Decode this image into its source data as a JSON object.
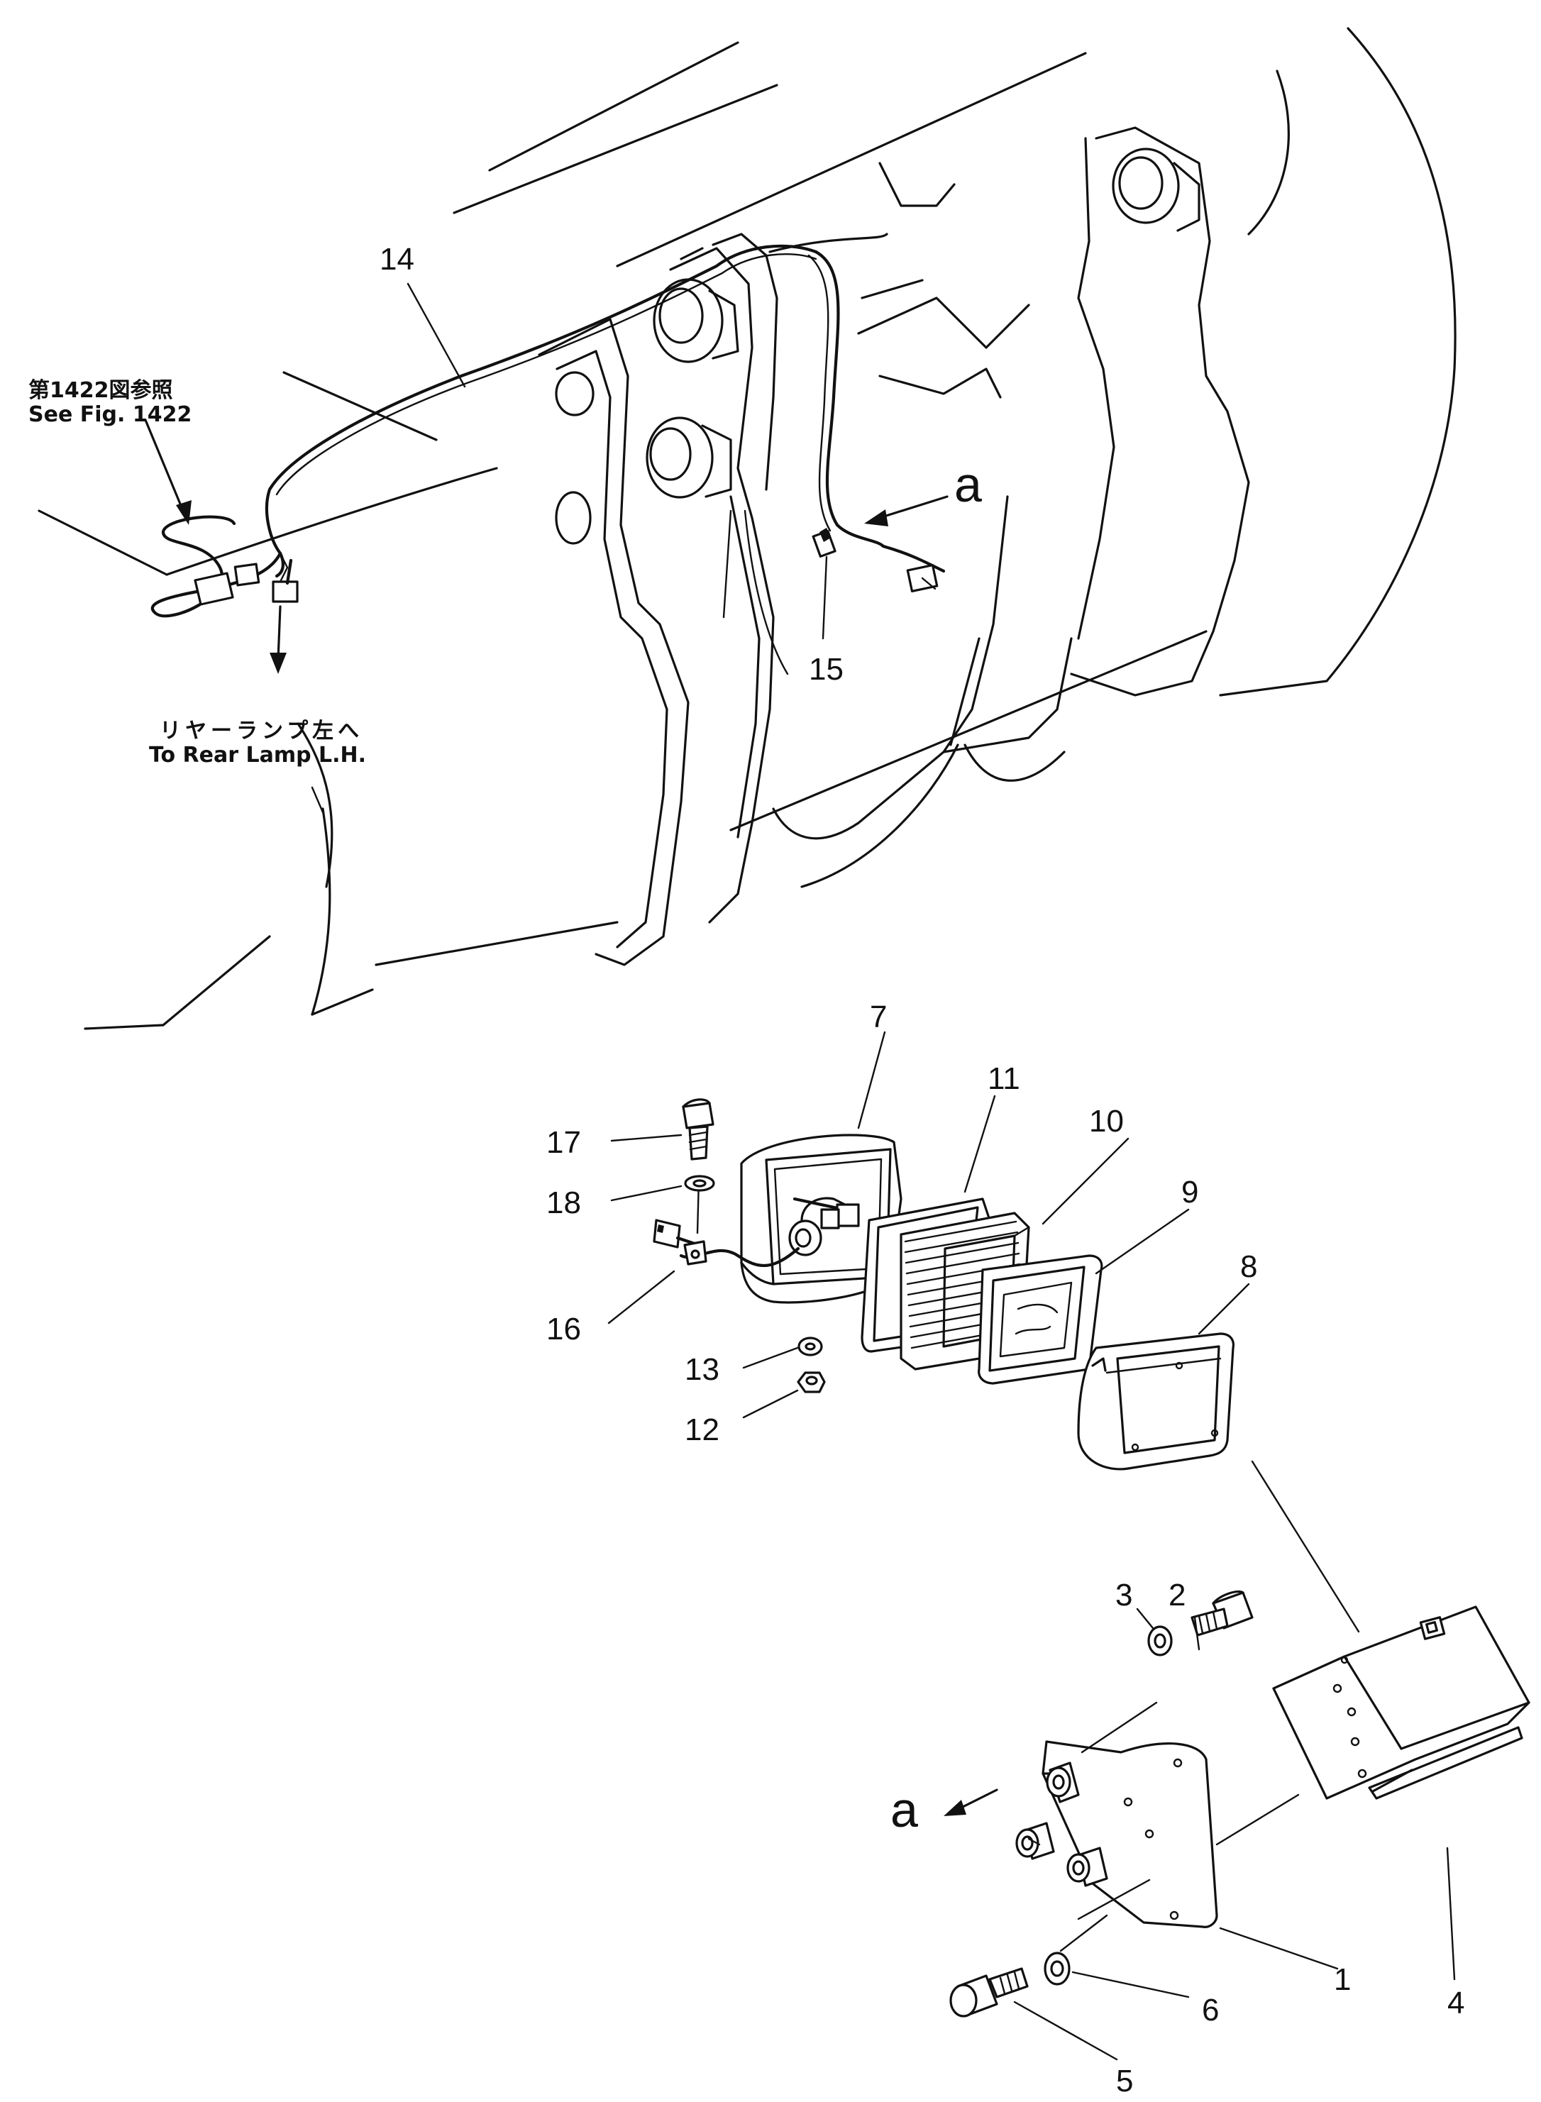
{
  "figure": {
    "note_ref_jp": "第1422図参照",
    "note_ref_en": "See Fig. 1422",
    "note_dest_jp": "リヤーランプ左へ",
    "note_dest_en": "To Rear Lamp L.H.",
    "view_marker": "a"
  },
  "callouts": {
    "c1": "1",
    "c2": "2",
    "c3": "3",
    "c4": "4",
    "c5": "5",
    "c6": "6",
    "c7": "7",
    "c8": "8",
    "c9": "9",
    "c10": "10",
    "c11": "11",
    "c12": "12",
    "c13": "13",
    "c14": "14",
    "c15": "15",
    "c16": "16",
    "c17": "17",
    "c18": "18"
  }
}
